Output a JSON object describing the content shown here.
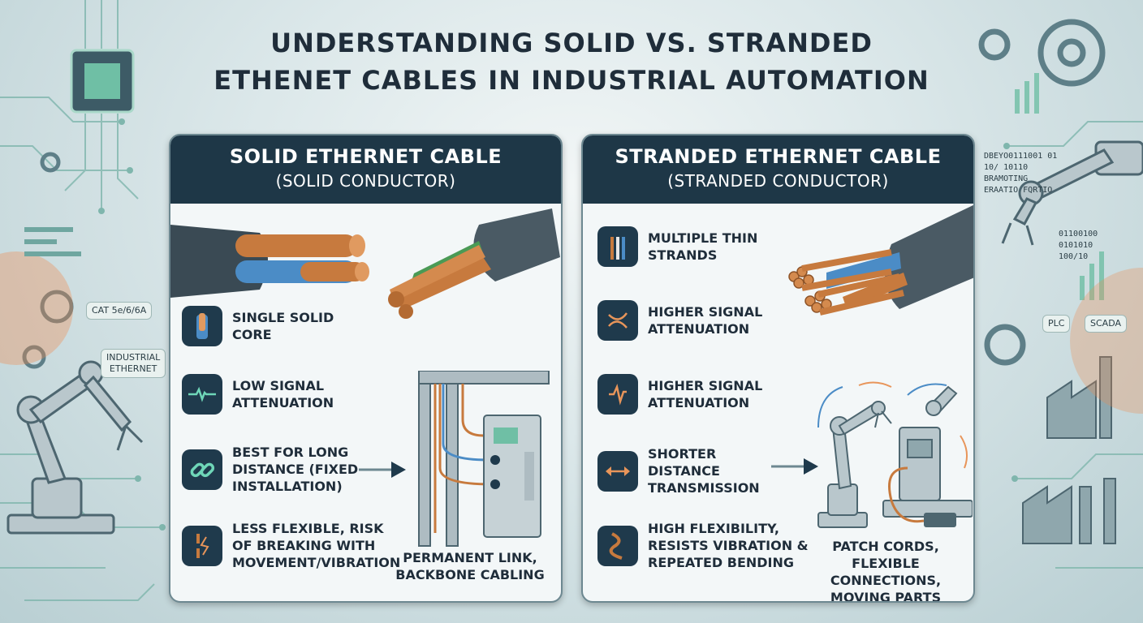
{
  "title_line1": "UNDERSTANDING SOLID VS. STRANDED",
  "title_line2": "ETHENET CABLES IN INDUSTRIAL AUTOMATION",
  "left_tags": {
    "cat": "CAT 5e/6/6A",
    "industrial_line1": "INDUSTRIAL",
    "industrial_line2": "ETHERNET"
  },
  "right_tags": {
    "plc": "PLC",
    "scada": "SCADA"
  },
  "binary": [
    "DBEYO0111001 01",
    "10/ 10110",
    "BRAMOTING",
    "ERAATIO FQRTIO",
    "01100100",
    "0101010",
    "100/10"
  ],
  "solid": {
    "heading": "SOLID ETHERNET CABLE",
    "subheading": "(SOLID CONDUCTOR)",
    "features": [
      {
        "icon": "single-core-icon",
        "lines": [
          "SINGLE SOLID",
          "CORE"
        ]
      },
      {
        "icon": "signal-wave-icon",
        "lines": [
          "LOW SIGNAL",
          "ATTENUATION"
        ]
      },
      {
        "icon": "chain-link-icon",
        "lines": [
          "BEST FOR LONG",
          "DISTANCE (FIXED",
          "INSTALLATION)"
        ]
      },
      {
        "icon": "broken-wire-icon",
        "lines": [
          "LESS FLEXIBLE, RISK",
          "OF BREAKING WITH",
          "MOVEMENT/VIBRATION"
        ]
      }
    ],
    "usage_lines": [
      "PERMANENT LINK,",
      "BACKBONE CABLING"
    ]
  },
  "stranded": {
    "heading": "STRANDED ETHERNET CABLE",
    "subheading": "(STRANDED CONDUCTOR)",
    "features": [
      {
        "icon": "strands-icon",
        "lines": [
          "MULTIPLE THIN",
          "STRANDS"
        ]
      },
      {
        "icon": "tangle-icon",
        "lines": [
          "HIGHER SIGNAL",
          "ATTENUATION"
        ]
      },
      {
        "icon": "attenuation-icon",
        "lines": [
          "HIGHER SIGNAL",
          "ATTENUATION"
        ]
      },
      {
        "icon": "distance-arrows-icon",
        "lines": [
          "SHORTER",
          "DISTANCE",
          "TRANSMISSION"
        ]
      },
      {
        "icon": "flex-wire-icon",
        "lines": [
          "HIGH FLEXIBILITY,",
          "RESISTS VIBRATION &",
          "REPEATED BENDING"
        ]
      }
    ],
    "usage_lines": [
      "PATCH CORDS,",
      "FLEXIBLE CONNECTIONS,",
      "MOVING PARTS"
    ]
  },
  "colors": {
    "navy": "#1e3747",
    "copper": "#c77a3e",
    "teal": "#5fa89a",
    "orange": "#e8955a"
  }
}
